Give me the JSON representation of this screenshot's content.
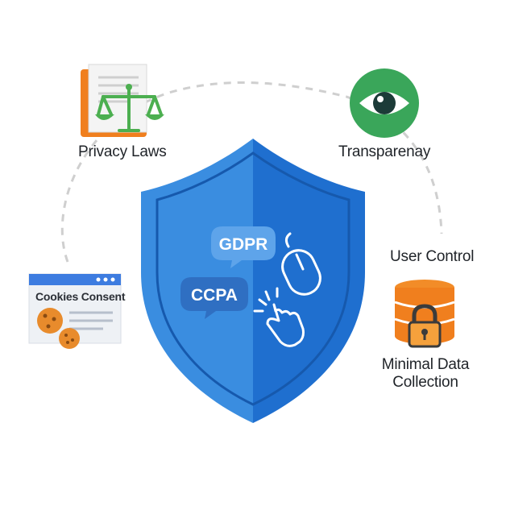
{
  "diagram": {
    "nodes": {
      "privacy_laws": {
        "label": "Privacy Laws",
        "icon": "scales-document-icon"
      },
      "transparency": {
        "label": "Transparenay",
        "icon": "eye-icon"
      },
      "user_control": {
        "label": "User Control",
        "icon": "mouse-icon"
      },
      "minimal_data": {
        "label_line1": "Minimal Data",
        "label_line2": "Collection",
        "icon": "database-lock-icon"
      },
      "cookies_consent": {
        "label": "Cookies Consent",
        "icon": "cookie-browser-icon"
      }
    },
    "shield": {
      "bubble_gdpr": "GDPR",
      "bubble_ccpa": "CCPA"
    }
  },
  "colors": {
    "shield_light": "#3a8de0",
    "shield_dark": "#1f6fcf",
    "eye_green": "#3aa65a",
    "accent_orange": "#f07f1e",
    "scale_green": "#4caf50",
    "browser_blue": "#3d7ce0",
    "cookie": "#e88b2c"
  }
}
